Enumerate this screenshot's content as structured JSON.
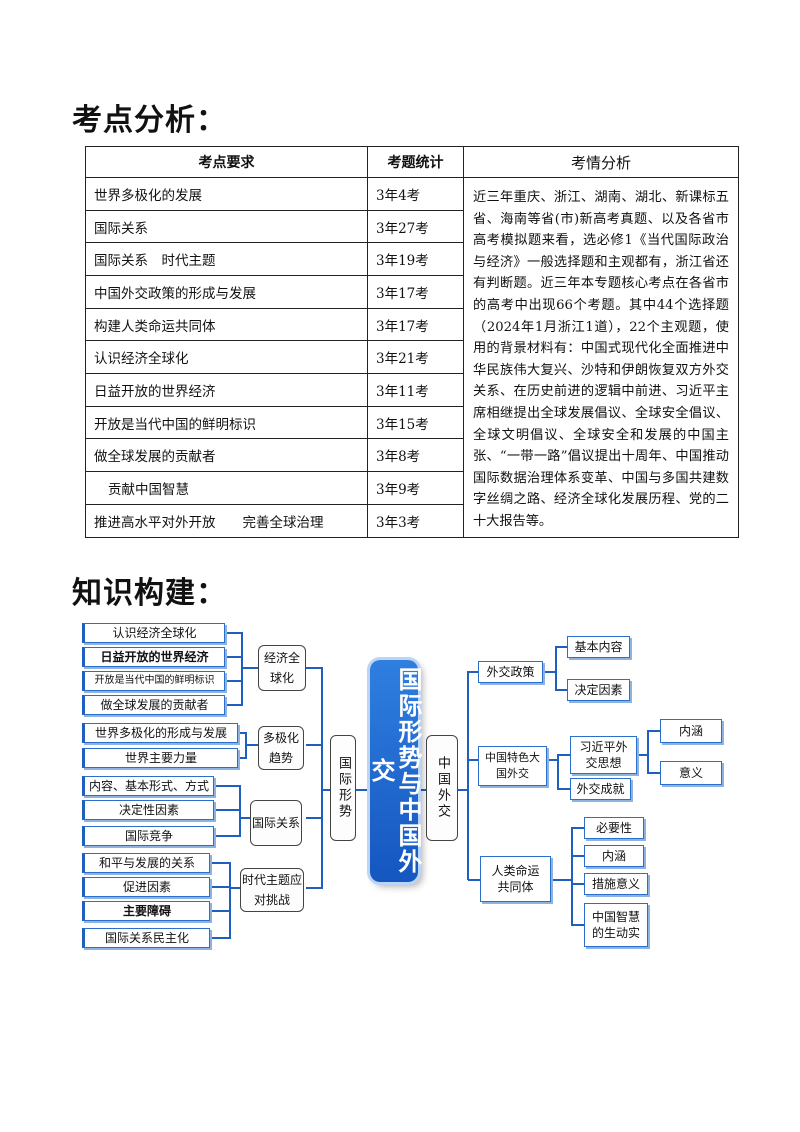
{
  "section1_title": "考点分析：",
  "section2_title": "知识构建：",
  "table": {
    "headers": [
      "考点要求",
      "考题统计",
      "考情分析"
    ],
    "rows": [
      {
        "topic": "世界多极化的发展",
        "count": "3年4考"
      },
      {
        "topic": "国际关系",
        "count": "3年27考"
      },
      {
        "topic": "国际关系　时代主题",
        "count": "3年19考"
      },
      {
        "topic": "中国外交政策的形成与发展",
        "count": "3年17考"
      },
      {
        "topic": "构建人类命运共同体",
        "count": "3年17考"
      },
      {
        "topic": "认识经济全球化",
        "count": "3年21考"
      },
      {
        "topic": "日益开放的世界经济",
        "count": "3年11考"
      },
      {
        "topic": "开放是当代中国的鲜明标识",
        "count": "3年15考"
      },
      {
        "topic": "做全球发展的贡献者",
        "count": "3年8考"
      },
      {
        "topic": "贡献中国智慧",
        "count": "3年9考"
      },
      {
        "topic": "推进高水平对外开放　　完善全球治理",
        "count": "3年3考"
      }
    ],
    "analysis": "近三年重庆、浙江、湖南、湖北、新课标五省、海南等省(市)新高考真题、以及各省市高考模拟题来看，选必修1《当代国际政治与经济》一般选择题和主观都有，浙江省还有判断题。近三年本专题核心考点在各省市的高考中出现66个考题。其中44个选择题（2024年1月浙江1道），22个主观题，使用的背景材料有：中国式现代化全面推进中华民族伟大复兴、沙特和伊朗恢复双方外交关系、在历史前进的逻辑中前进、习近平主席相继提出全球发展倡议、全球安全倡议、全球文明倡议、全球安全和发展的中国主张、“一带一路”倡议提出十周年、中国推动国际数据治理体系变革、中国与多国共建数字丝绸之路、经济全球化发展历程、党的二十大报告等。"
  },
  "mindmap": {
    "center": "国际形势与中国外交",
    "left_root": "国际形势",
    "right_root": "中国外交",
    "left_groups": [
      {
        "label": "经济全球化",
        "leaves": [
          "认识经济全球化",
          "日益开放的世界经济",
          "开放是当代中国的鲜明标识",
          "做全球发展的贡献者"
        ]
      },
      {
        "label": "多极化趋势",
        "leaves": [
          "世界多极化的形成与发展",
          "世界主要力量"
        ]
      },
      {
        "label": "国际关系",
        "leaves": [
          "内容、基本形式、方式",
          "决定性因素",
          "国际竞争"
        ]
      },
      {
        "label": "时代主题应对挑战",
        "leaves": [
          "和平与发展的关系",
          "促进因素",
          "主要障碍",
          "国际关系民主化"
        ]
      }
    ],
    "right_groups": [
      {
        "label": "外交政策",
        "leaves": [
          "基本内容",
          "决定因素"
        ]
      },
      {
        "label": "中国特色大国外交",
        "leaves": [
          "习近平外交思想",
          "外交成就"
        ],
        "sub": [
          "内涵",
          "意义"
        ]
      },
      {
        "label": "人类命运共同体",
        "leaves": [
          "必要性",
          "内涵",
          "措施意义",
          "中国智慧的生动实"
        ]
      }
    ]
  }
}
